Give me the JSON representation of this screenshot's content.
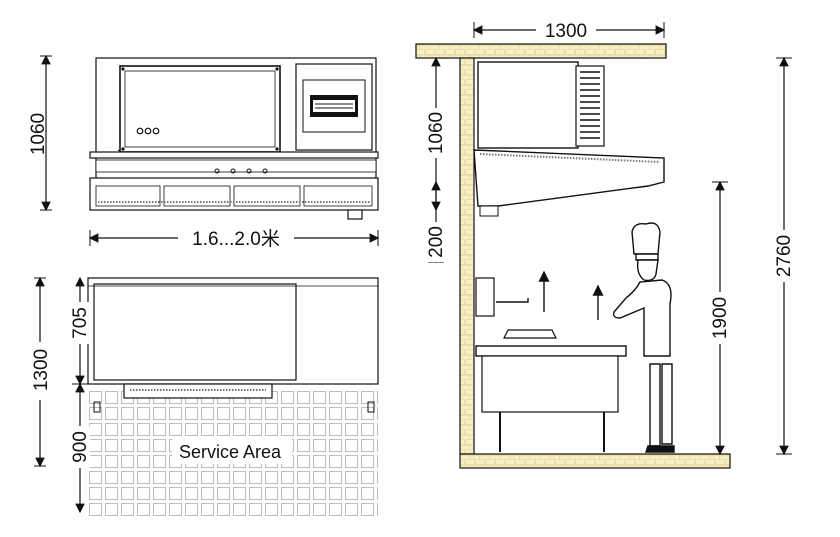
{
  "front_view": {
    "height_label": "1060",
    "width_label": "1.6...2.0米"
  },
  "plan_view": {
    "total_depth_label": "1300",
    "hood_depth_label": "705",
    "service_depth_label": "900",
    "service_area_label": "Service Area"
  },
  "side_view": {
    "width_label": "1300",
    "hood_height_label": "1060",
    "gap_label": "200",
    "mount_height_label": "1900",
    "ceiling_height_label": "2760"
  },
  "colors": {
    "line": "#111111",
    "wall_fill": "#f7f0c4",
    "tile_line": "#bdbdbd",
    "panel_fill": "#ffffff"
  },
  "icons": [
    "chef-figure",
    "steam-arrow-icon",
    "dimension-arrow-icon"
  ]
}
